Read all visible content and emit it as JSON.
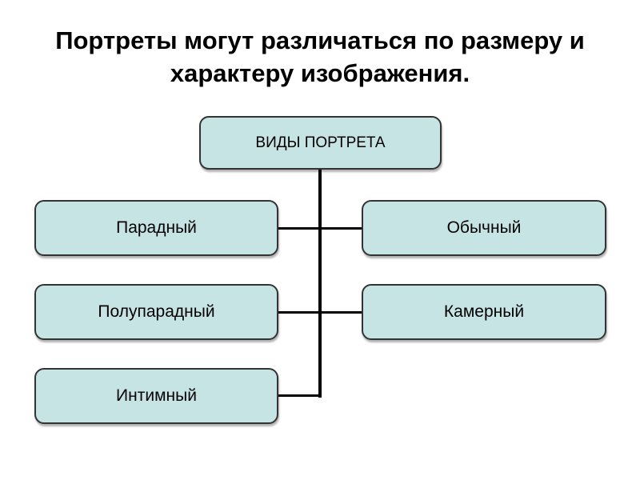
{
  "slide": {
    "title": "Портреты могут различаться по размеру и характеру изображения.",
    "colors": {
      "background": "#ffffff",
      "box_fill": "#c7e4e5",
      "box_border": "#333333",
      "connector": "#000000",
      "text": "#000000"
    }
  },
  "diagram": {
    "root": {
      "label": "ВИДЫ ПОРТРЕТА"
    },
    "left_column": [
      {
        "label": "Парадный"
      },
      {
        "label": "Полупарадный"
      },
      {
        "label": "Интимный"
      }
    ],
    "right_column": [
      {
        "label": "Обычный"
      },
      {
        "label": "Камерный"
      }
    ]
  }
}
